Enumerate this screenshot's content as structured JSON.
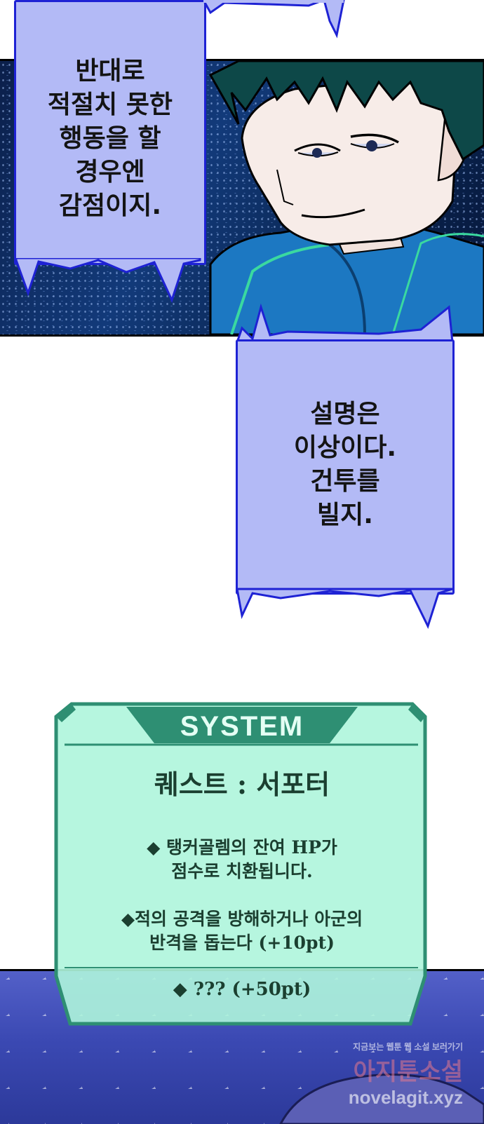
{
  "bubble_top_left": {
    "lines": [
      "반대로",
      "적절치 못한",
      "행동을 할",
      "경우엔",
      "감점이지."
    ]
  },
  "bubble_middle_right": {
    "lines": [
      "설명은",
      "이상이다.",
      "건투를",
      "빌지."
    ]
  },
  "system_window": {
    "header": "SYSTEM",
    "title": "퀘스트 : 서포터",
    "items": [
      {
        "lines": [
          "◆ 탱커골렘의 잔여 HP가",
          "점수로 치환됩니다."
        ]
      },
      {
        "lines": [
          "◆적의 공격을 방해하거나 아군의",
          "반격을 돕는다 (+10pt)"
        ]
      }
    ],
    "footer": "◆ ??? (+50pt)"
  },
  "watermark": {
    "tagline": "지금보는 웹툰 웹 소설 보러가기",
    "brand": "아지툰소설",
    "url": "novelagit.xyz"
  },
  "colors": {
    "bubble_fill": "#b3baf6",
    "bubble_border": "#1e22d4",
    "system_fill": "#aef5dc",
    "system_border": "#2e8f73"
  }
}
